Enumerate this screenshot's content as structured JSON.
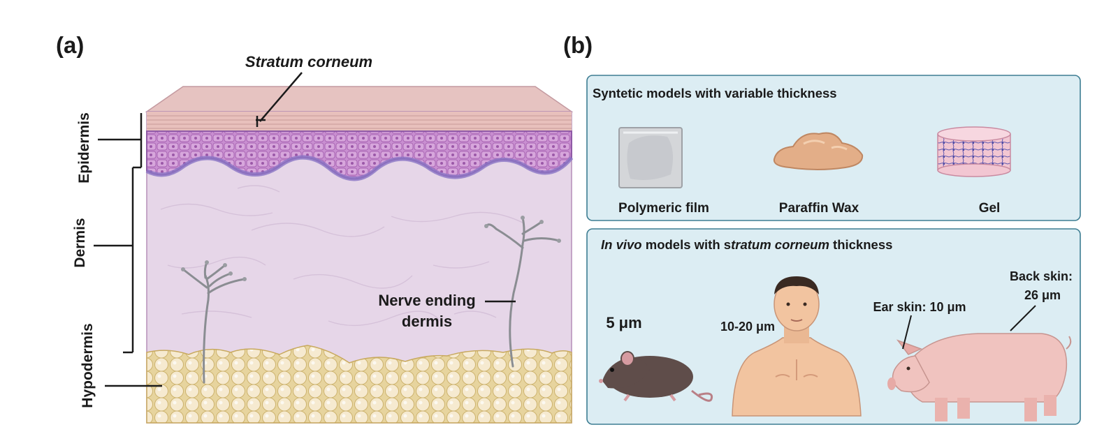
{
  "panel_a": {
    "label": "(a)",
    "stratum_corneum": "Stratum corneum",
    "layers": {
      "epidermis": "Epidermis",
      "dermis": "Dermis",
      "hypodermis": "Hypodermis"
    },
    "nerve_label_line1": "Nerve ending",
    "nerve_label_line2": "dermis"
  },
  "panel_b": {
    "label": "(b)",
    "synthetic_box": {
      "title": "Syntetic models with variable thickness",
      "items": [
        {
          "label": "Polymeric film",
          "icon": "polymeric-film-icon"
        },
        {
          "label": "Paraffin Wax",
          "icon": "paraffin-wax-icon"
        },
        {
          "label": "Gel",
          "icon": "gel-icon"
        }
      ]
    },
    "invivo_box": {
      "title_italic_1": "In vivo",
      "title_mid": " models with s",
      "title_italic_2": "tratum corneum",
      "title_end": " thickness",
      "mouse_value": "5 μm",
      "human_value": "10-20 μm",
      "pig_ear": "Ear skin: 10 μm",
      "pig_back_line1": "Back skin:",
      "pig_back_line2": "26 μm"
    }
  },
  "colors": {
    "box_fill": "#dcedf3",
    "box_stroke": "#3d7d92",
    "dermis": "#e6d6e8",
    "epidermis": "#c98fd1",
    "stratum": "#e8c7c4",
    "fat": "#f1e3b4"
  }
}
